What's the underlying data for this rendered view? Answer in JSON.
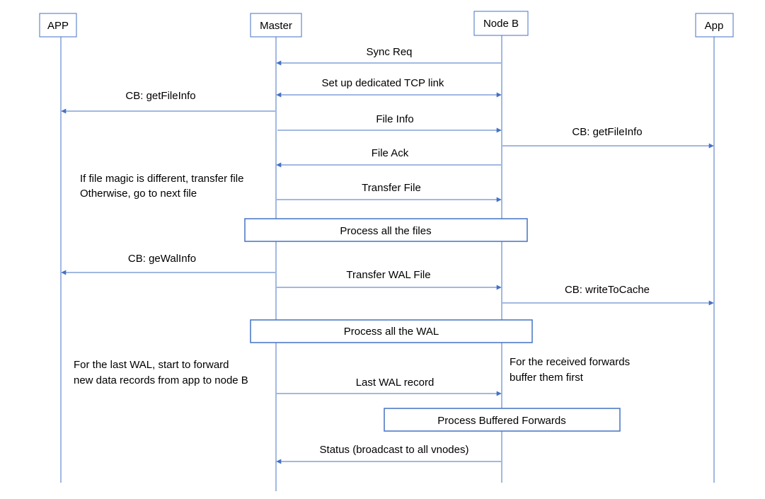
{
  "participants": [
    {
      "label": "APP"
    },
    {
      "label": "Master"
    },
    {
      "label": "Node B"
    },
    {
      "label": "App"
    }
  ],
  "messages": [
    {
      "label": "Sync Req",
      "from": "Node B",
      "to": "Master",
      "direction": "left"
    },
    {
      "label": "Set up dedicated TCP link",
      "from": "Master",
      "to": "Node B",
      "direction": "both"
    },
    {
      "label": "CB: getFileInfo",
      "from": "Master",
      "to": "APP",
      "direction": "left"
    },
    {
      "label": "File Info",
      "from": "Master",
      "to": "Node B",
      "direction": "right"
    },
    {
      "label": "CB: getFileInfo",
      "from": "Node B",
      "to": "App",
      "direction": "right"
    },
    {
      "label": "File Ack",
      "from": "Node B",
      "to": "Master",
      "direction": "left"
    },
    {
      "label": "Transfer File",
      "from": "Master",
      "to": "Node B",
      "direction": "right"
    },
    {
      "label": "CB: geWalInfo",
      "from": "Master",
      "to": "APP",
      "direction": "left"
    },
    {
      "label": "Transfer WAL File",
      "from": "Master",
      "to": "Node B",
      "direction": "right"
    },
    {
      "label": "CB: writeToCache",
      "from": "Node B",
      "to": "App",
      "direction": "right"
    },
    {
      "label": "Last WAL record",
      "from": "Master",
      "to": "Node B",
      "direction": "right"
    },
    {
      "label": "Status (broadcast to all vnodes)",
      "from": "Node B",
      "to": "Master",
      "direction": "left"
    }
  ],
  "process_boxes": [
    {
      "label": "Process all the files"
    },
    {
      "label": "Process all the WAL"
    },
    {
      "label": "Process Buffered Forwards"
    }
  ],
  "notes": [
    {
      "lines": [
        "If file magic is different, transfer file",
        "Otherwise, go to next file"
      ]
    },
    {
      "lines": [
        "For the last WAL, start to forward",
        "new data records from app to node B"
      ]
    },
    {
      "lines": [
        "For the received forwards",
        "buffer them first"
      ]
    }
  ],
  "colors": {
    "line": "#4472c4",
    "text": "#000000",
    "background": "#ffffff"
  }
}
